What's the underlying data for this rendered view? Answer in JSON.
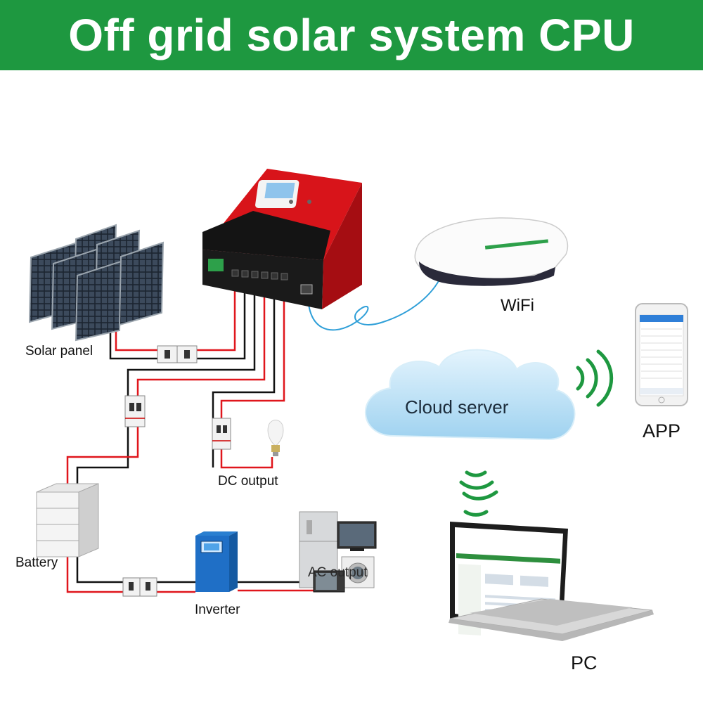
{
  "header": {
    "title": "Off grid solar system CPU",
    "bg_color": "#1e9840"
  },
  "labels": {
    "solar_panel": "Solar panel",
    "battery": "Battery",
    "inverter": "Inverter",
    "dc_output": "DC output",
    "ac_output": "AC output",
    "wifi": "WiFi",
    "cloud_server": "Cloud server",
    "app": "APP",
    "pc": "PC"
  },
  "colors": {
    "controller_red": "#d8141a",
    "wire_red": "#e0161c",
    "wire_black": "#111111",
    "wifi_cable": "#2f9fd8",
    "signal_green": "#1e9840",
    "cloud": "#bfe3f7"
  }
}
